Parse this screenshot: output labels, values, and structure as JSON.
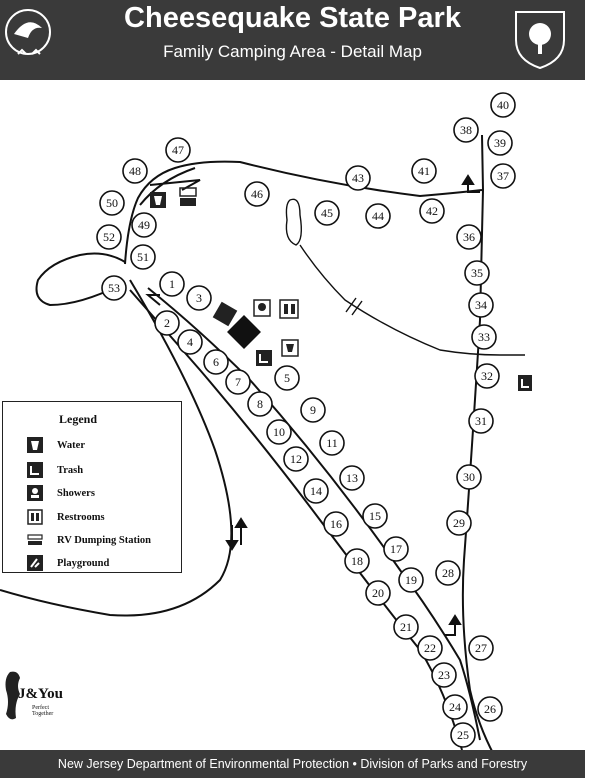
{
  "header": {
    "title": "Cheesequake State Park",
    "subtitle": "Family Camping Area - Detail Map"
  },
  "footer": {
    "text": "New Jersey Department of Environmental Protection  •  Division of Parks and Forestry"
  },
  "legend": {
    "title": "Legend",
    "items": [
      {
        "icon": "water-icon",
        "label": "Water"
      },
      {
        "icon": "trash-icon",
        "label": "Trash"
      },
      {
        "icon": "showers-icon",
        "label": "Showers"
      },
      {
        "icon": "restrooms-icon",
        "label": "Restrooms"
      },
      {
        "icon": "rv-dumping-icon",
        "label": "RV Dumping Station"
      },
      {
        "icon": "playground-icon",
        "label": "Playground"
      }
    ]
  },
  "logo": {
    "text": "J&You",
    "tagline_1": "Perfect",
    "tagline_2": "Together"
  },
  "sites": [
    "1",
    "2",
    "3",
    "4",
    "5",
    "6",
    "7",
    "8",
    "9",
    "10",
    "11",
    "12",
    "13",
    "14",
    "15",
    "16",
    "17",
    "18",
    "19",
    "20",
    "21",
    "22",
    "23",
    "24",
    "25",
    "26",
    "27",
    "28",
    "29",
    "30",
    "31",
    "32",
    "33",
    "34",
    "35",
    "36",
    "37",
    "38",
    "39",
    "40",
    "41",
    "42",
    "43",
    "44",
    "45",
    "46",
    "47",
    "48",
    "49",
    "50",
    "51",
    "52",
    "53"
  ]
}
